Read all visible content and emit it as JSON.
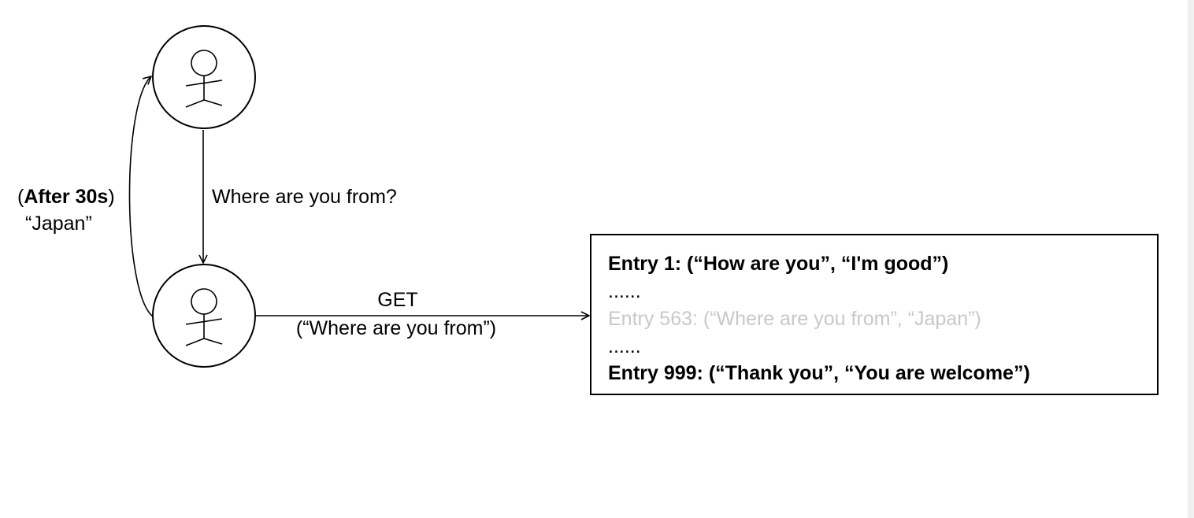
{
  "diagram": {
    "edge_get_line1": "GET",
    "edge_get_line2": "(“Where are you from”)",
    "edge_question": "Where are you from?",
    "edge_reply_open": "(",
    "edge_reply_bold": "After 30s",
    "edge_reply_close": ")",
    "edge_reply_line2": "“Japan”",
    "entries": [
      {
        "text": "Entry 1: (“How are you”, “I'm good”)",
        "style": "bold"
      },
      {
        "text": "......",
        "style": "normal"
      },
      {
        "text": "Entry 563: (“Where are you from”, “Japan”)",
        "style": "dim"
      },
      {
        "text": "......",
        "style": "normal"
      },
      {
        "text": "Entry 999: (“Thank you”, “You are welcome”)",
        "style": "bold"
      }
    ],
    "colors": {
      "stroke": "#000000",
      "dim_text": "#c8c8c8"
    }
  }
}
